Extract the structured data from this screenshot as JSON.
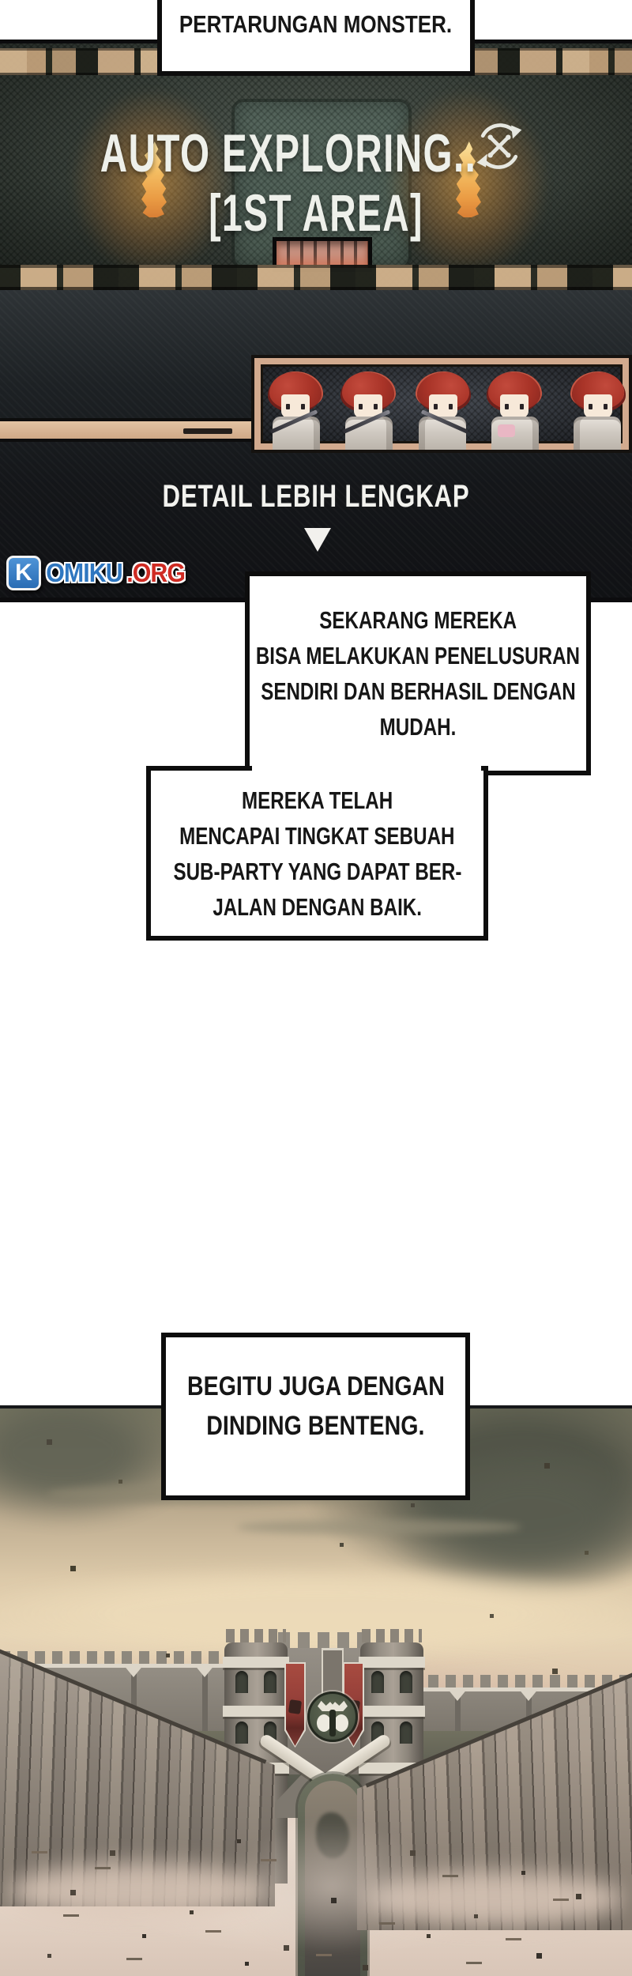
{
  "panel_game": {
    "speech_top": "PERTARUNGAN MONSTER.",
    "status_title": "AUTO EXPLORING..",
    "status_area": "[1ST AREA]",
    "caption": "DETAIL LEBIH LENGKAP",
    "party_member_count": 5
  },
  "watermark": {
    "letter": "K",
    "name": "OMIKU",
    "tld": ".ORG"
  },
  "speech_search": {
    "lines": [
      "SEKARANG MEREKA",
      "BISA MELAKUKAN PENELUSURAN",
      "SENDIRI DAN BERHASIL DENGAN",
      "MUDAH."
    ]
  },
  "speech_subparty": {
    "lines": [
      "MEREKA TELAH",
      "MENCAPAI TINGKAT SEBUAH",
      "SUB-PARTY YANG DAPAT BER-",
      "JALAN DENGAN BAIK."
    ]
  },
  "speech_wall": {
    "lines": [
      "BEGITU JUGA DENGAN",
      "DINDING BENTENG."
    ]
  },
  "icons": {
    "auto_battle": "crossed-swords-auto-cycle-icon"
  },
  "colors": {
    "logo_blue": "#2f77c0",
    "logo_red": "#cf2b23",
    "bubble_border": "#0d0d0d",
    "flame_orange": "#f2b45a",
    "banner_red": "#9c4038",
    "emblem_green": "#4a5243",
    "fortress_wall_green": "#48514a",
    "sky_cream": "#e3d2b6"
  }
}
